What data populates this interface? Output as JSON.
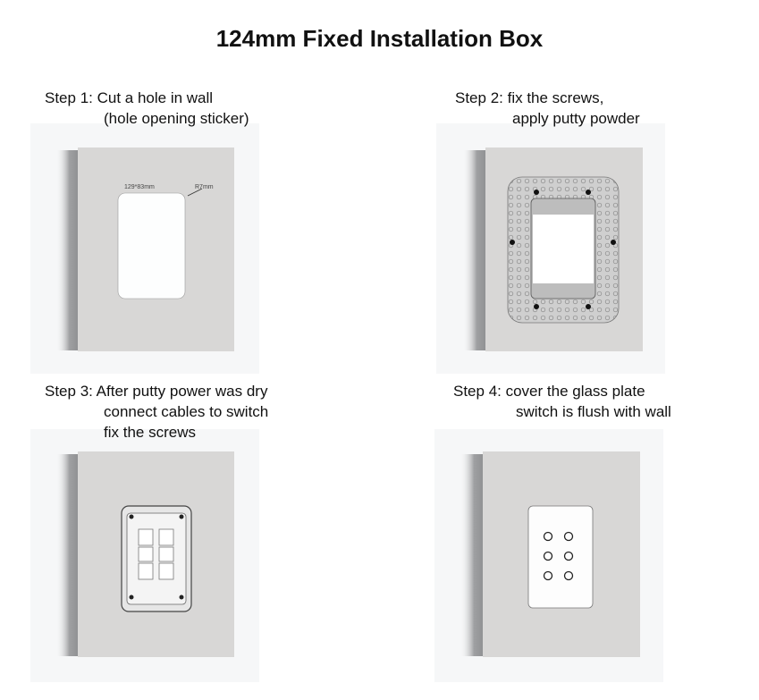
{
  "title": "124mm Fixed Installation Box",
  "steps": [
    {
      "line1": "Step 1: Cut a hole in wall",
      "line2": "(hole opening sticker)"
    },
    {
      "line1": "Step 2: fix the screws,",
      "line2": "apply putty powder"
    },
    {
      "line1": "Step 3: After putty power was dry",
      "line2": "connect cables to switch",
      "line3": "fix the screws"
    },
    {
      "line1": "Step 4: cover the glass plate",
      "line2": "switch is flush with wall"
    }
  ],
  "annotations": {
    "hole_size": "129*83mm",
    "corner_radius": "R7mm"
  },
  "colors": {
    "wall": "#d8d7d6",
    "shadow": "#9fa0a2",
    "panel_bg": "#f6f7f8"
  }
}
